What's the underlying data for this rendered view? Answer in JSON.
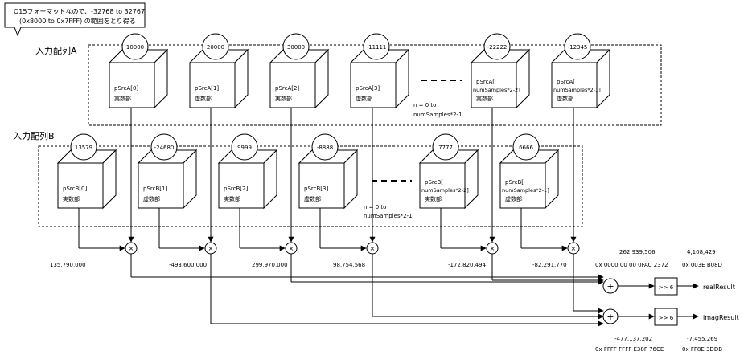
{
  "callout": {
    "line1": "Q15フォーマットなので、-32768 to 32767",
    "line2": "(0x8000 to 0x7FFF) の範囲をとり得る"
  },
  "array_a": {
    "label": "入力配列A",
    "cubes": [
      {
        "value": "10000",
        "name_line1": "pSrcA[0]",
        "name_line2": "",
        "part": "実数部"
      },
      {
        "value": "20000",
        "name_line1": "pSrcA[1]",
        "name_line2": "",
        "part": "虚数部"
      },
      {
        "value": "30000",
        "name_line1": "pSrcA[2]",
        "name_line2": "",
        "part": "実数部"
      },
      {
        "value": "-11111",
        "name_line1": "pSrcA[3]",
        "name_line2": "",
        "part": "虚数部"
      },
      {
        "value": "-22222",
        "name_line1": "pSrcA[",
        "name_line2": "numSamples*2-2]",
        "part": "実数部"
      },
      {
        "value": "-12345",
        "name_line1": "pSrcA[",
        "name_line2": "numSamples*2-1]",
        "part": "虚数部"
      }
    ],
    "range_line1": "n = 0 to",
    "range_line2": "numSamples*2-1"
  },
  "array_b": {
    "label": "入力配列B",
    "cubes": [
      {
        "value": "13579",
        "name_line1": "pSrcB[0]",
        "name_line2": "",
        "part": "実数部"
      },
      {
        "value": "-24680",
        "name_line1": "pSrcB[1]",
        "name_line2": "",
        "part": "虚数部"
      },
      {
        "value": "9999",
        "name_line1": "pSrcB[2]",
        "name_line2": "",
        "part": "実数部"
      },
      {
        "value": "-8888",
        "name_line1": "pSrcB[3]",
        "name_line2": "",
        "part": "虚数部"
      },
      {
        "value": "7777",
        "name_line1": "pSrcB[",
        "name_line2": "numSamples*2-2]",
        "part": "実数部"
      },
      {
        "value": "6666",
        "name_line1": "pSrcB[",
        "name_line2": "numSamples*2-1]",
        "part": "虚数部"
      }
    ],
    "range_line1": "n = 0 to",
    "range_line2": "numSamples*2-1"
  },
  "multiply_symbol": "×",
  "add_symbol": "+",
  "products": [
    "135,790,000",
    "-493,600,000",
    "299,970,000",
    "98,754,568",
    "-172,820,494",
    "-82,291,770"
  ],
  "real": {
    "sum_dec": "262,939,506",
    "sum_hex": "0x 0000 00 00 0FAC 2372",
    "shift_label": ">> 6",
    "out_dec": "4,108,429",
    "out_hex": "0x 003E B08D",
    "result_label": "realResult"
  },
  "imag": {
    "sum_dec": "-477,137,202",
    "sum_hex": "0x FFFF FFFF E38F 76CE",
    "shift_label": ">> 6",
    "out_dec": "-7,455,269",
    "out_hex": "0x FF8E 3DDB",
    "result_label": "imagResult"
  }
}
